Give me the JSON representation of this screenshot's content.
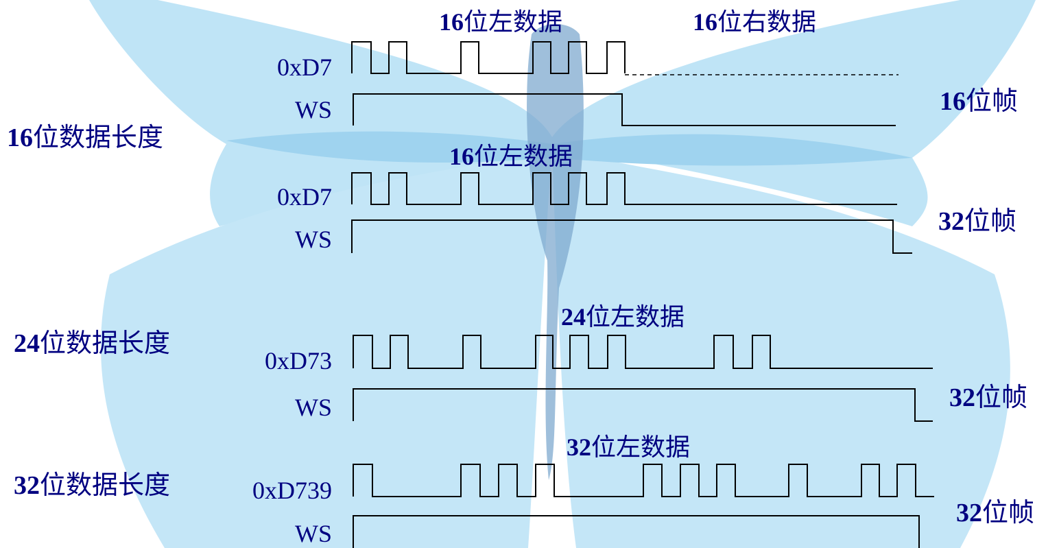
{
  "colors": {
    "text": "#000080",
    "wave": "#000000",
    "background_petal": "#bfe4f6",
    "background_petal_dark": "#9fd3ef",
    "background_core": "#7fa9cf"
  },
  "sections": [
    {
      "num": "16",
      "text": "位数据长度"
    },
    {
      "num": "24",
      "text": "位数据长度"
    },
    {
      "num": "32",
      "text": "位数据长度"
    }
  ],
  "frame_labels": [
    {
      "num": "16",
      "text": "位帧"
    },
    {
      "num": "32",
      "text": "位帧"
    },
    {
      "num": "32",
      "text": "位帧"
    },
    {
      "num": "32",
      "text": "位帧"
    }
  ],
  "data_labels": [
    {
      "num": "16",
      "text": "位左数据"
    },
    {
      "num": "16",
      "text": "位右数据"
    },
    {
      "num": "16",
      "text": "位左数据"
    },
    {
      "num": "24",
      "text": "位左数据"
    },
    {
      "num": "32",
      "text": "位左数据"
    }
  ],
  "signal_names": [
    "0xD7",
    "WS",
    "0xD7",
    "WS",
    "0xD73",
    "WS",
    "0xD739",
    "WS"
  ]
}
